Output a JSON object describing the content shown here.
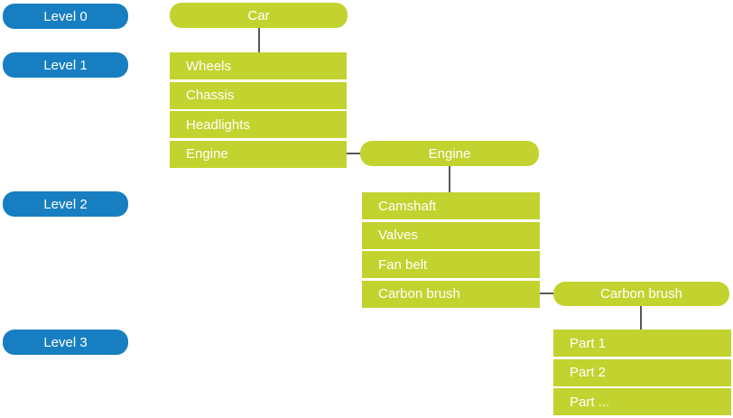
{
  "diagram": {
    "colors": {
      "node_green": "#c2d32f",
      "level_blue": "#177fc1",
      "connector_gray": "#595959",
      "text_white": "#ffffff"
    },
    "level_labels": [
      {
        "label": "Level 0"
      },
      {
        "label": "Level 1"
      },
      {
        "label": "Level 2"
      },
      {
        "label": "Level 3"
      }
    ],
    "nodes": {
      "car": {
        "header": "Car",
        "items": [
          "Wheels",
          "Chassis",
          "Headlights",
          "Engine"
        ]
      },
      "engine": {
        "header": "Engine",
        "items": [
          "Camshaft",
          "Valves",
          "Fan belt",
          "Carbon brush"
        ]
      },
      "carbon_brush": {
        "header": "Carbon brush",
        "items": [
          "Part 1",
          "Part 2",
          "Part ..."
        ]
      }
    }
  }
}
